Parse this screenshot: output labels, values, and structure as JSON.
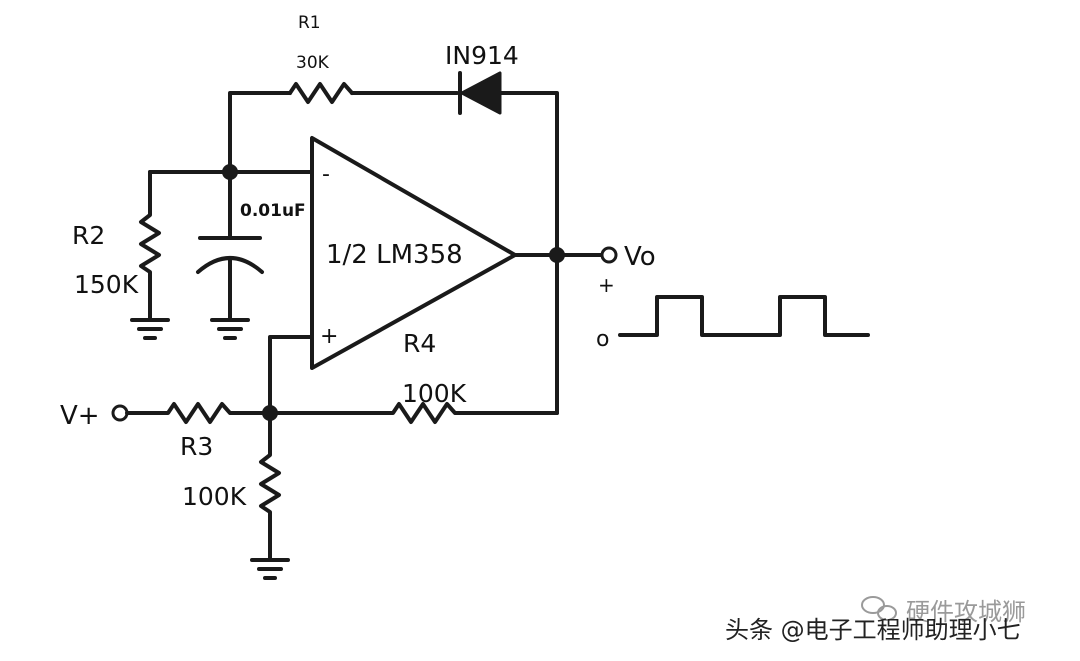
{
  "schematic": {
    "opamp": {
      "label": "1/2 LM358",
      "minus_sign": "-",
      "plus_sign": "+"
    },
    "r1": {
      "name": "R1",
      "value": "30K"
    },
    "diode": {
      "label": "IN914"
    },
    "capacitor": {
      "value": "0.01uF"
    },
    "r2": {
      "name": "R2",
      "value": "150K"
    },
    "r3": {
      "name": "R3",
      "value": "100K"
    },
    "r4": {
      "name": "R4",
      "value": "100K"
    },
    "input": {
      "label": "V+"
    },
    "output": {
      "label": "Vo"
    },
    "waveform": {
      "high_label": "+",
      "low_label": "o"
    }
  },
  "watermark": {
    "main": "头条 @电子工程师助理小七",
    "secondary": "硬件攻城狮"
  }
}
